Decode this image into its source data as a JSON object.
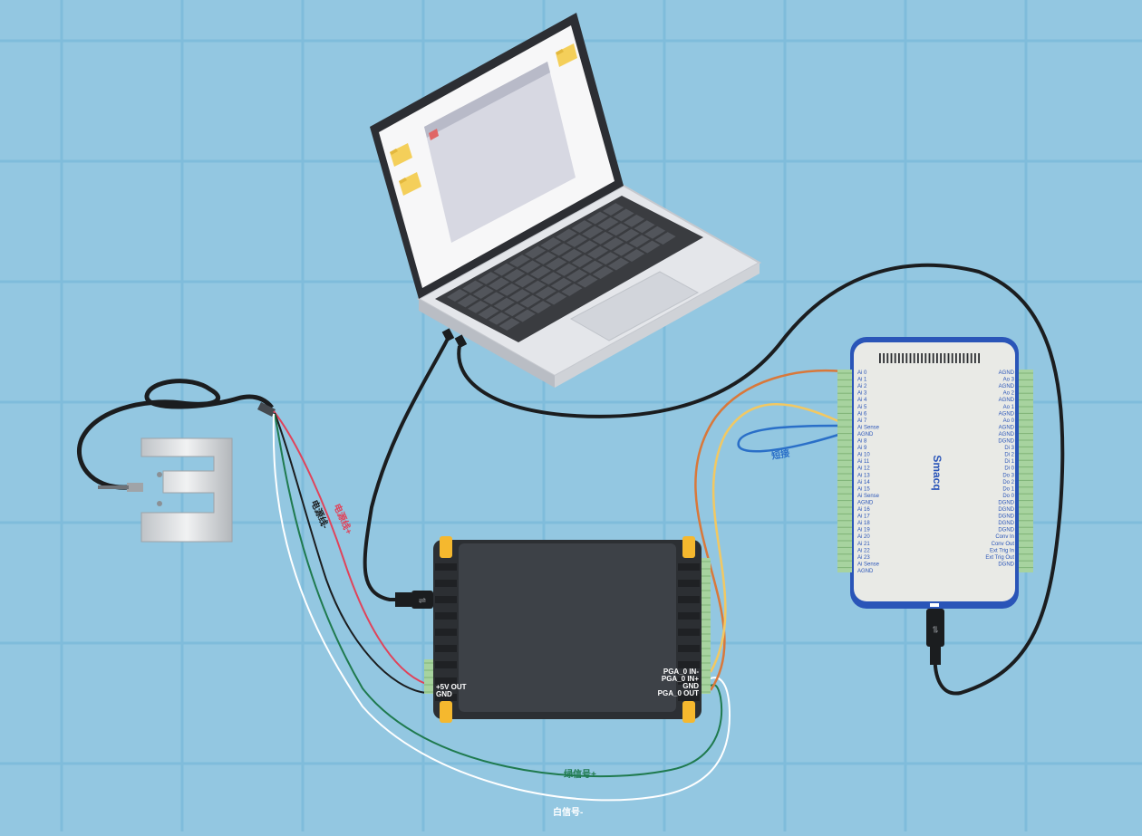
{
  "wire_labels": {
    "power_pos": "电源线+",
    "power_neg": "电源线-",
    "signal_pos": "绿信号+",
    "signal_neg": "白信号-",
    "jumper": "短接"
  },
  "amplifier": {
    "left_labels": [
      "+5V OUT",
      "GND"
    ],
    "right_labels": [
      "PGA_0 IN-",
      "PGA_0 IN+",
      "GND",
      "PGA_0 OUT"
    ]
  },
  "daq": {
    "brand": "Smacq",
    "left_pins": [
      "Ai 0",
      "Ai 1",
      "Ai 2",
      "Ai 3",
      "Ai 4",
      "Ai 5",
      "Ai 6",
      "Ai 7",
      "Ai Sense",
      "AGND",
      "Ai 8",
      "Ai 9",
      "Ai 10",
      "Ai 11",
      "Ai 12",
      "Ai 13",
      "Ai 14",
      "Ai 15",
      "Ai Sense",
      "AGND",
      "Ai 16",
      "Ai 17",
      "Ai 18",
      "Ai 19",
      "Ai 20",
      "Ai 21",
      "Ai 22",
      "Ai 23",
      "Ai Sense",
      "AGND"
    ],
    "right_pins": [
      "AGND",
      "Ao 3",
      "AGND",
      "Ao 2",
      "AGND",
      "Ao 1",
      "AGND",
      "Ao 0",
      "AGND",
      "AGND",
      "DGND",
      "Di 3",
      "Di 2",
      "Di 1",
      "Di 0",
      "Do 3",
      "Do 2",
      "Do 1",
      "Do 0",
      "DGND",
      "DGND",
      "DGND",
      "DGND",
      "DGND",
      "Conv In",
      "Conv Out",
      "Ext Trig In",
      "Ext Trig Out",
      "DGND"
    ]
  },
  "colors": {
    "background": "#93c7e1",
    "grid": "#7fbcdb",
    "wire_red": "#e0435a",
    "wire_black": "#1b1d1f",
    "wire_green": "#1f7a4e",
    "wire_white": "#ffffff",
    "wire_orange": "#d9783a",
    "wire_yellow": "#f2c862",
    "wire_blue": "#2a6fc8",
    "amp_body": "#3d4147",
    "amp_corner": "#f5b82e",
    "daq_border": "#2a55b8",
    "daq_body": "#e9eae6",
    "terminal_green": "#a7d39f"
  }
}
